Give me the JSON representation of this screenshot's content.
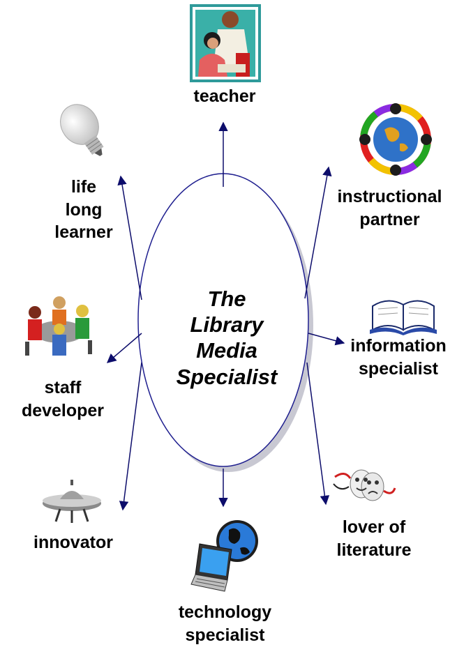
{
  "center": {
    "lines": [
      "The",
      "Library",
      "Media",
      "Specialist"
    ]
  },
  "roles": {
    "teacher": {
      "lines": [
        "teacher"
      ],
      "icon": "teacher-icon"
    },
    "instructional_partner": {
      "lines": [
        "instructional",
        "partner"
      ],
      "icon": "globe-hands-icon"
    },
    "information_specialist": {
      "lines": [
        "information",
        "specialist"
      ],
      "icon": "open-book-icon"
    },
    "lover_of_literature": {
      "lines": [
        "lover of",
        "literature"
      ],
      "icon": "theater-masks-icon"
    },
    "technology_specialist": {
      "lines": [
        "technology",
        "specialist"
      ],
      "icon": "laptop-globe-icon"
    },
    "innovator": {
      "lines": [
        "innovator"
      ],
      "icon": "flying-saucer-icon"
    },
    "staff_developer": {
      "lines": [
        "staff",
        "developer"
      ],
      "icon": "meeting-table-icon"
    },
    "life_long_learner": {
      "lines": [
        "life",
        "long",
        "learner"
      ],
      "icon": "light-bulb-icon"
    }
  },
  "colors": {
    "arrow": "#0d0d6b",
    "ellipse_stroke": "#1f1f8f",
    "ellipse_shadow": "#c8c8d2"
  }
}
